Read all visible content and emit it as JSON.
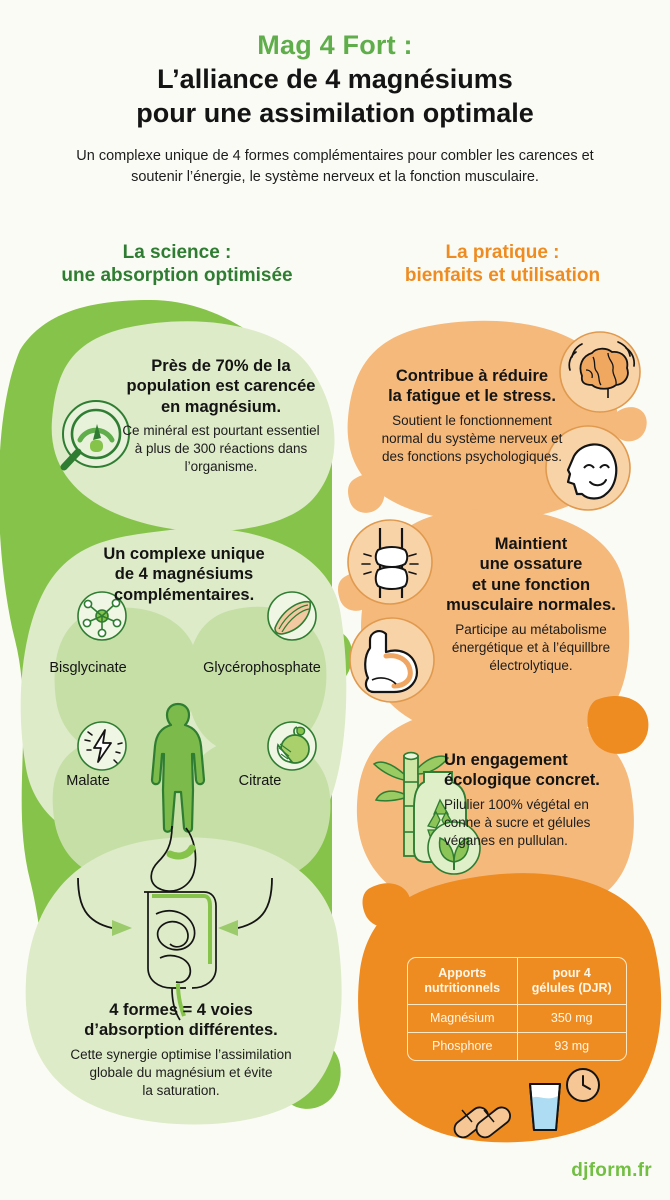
{
  "header": {
    "title_line1": "Mag 4 Fort :",
    "title_line2": "L’alliance de 4 magnésiums",
    "title_line3": "pour une assimilation optimale",
    "subtitle_line1": "Un complexe unique de 4 formes complémentaires pour combler les",
    "subtitle_line2": "carences et soutenir l’énergie, le système nerveux et la fonction musculaire."
  },
  "columns": {
    "left": {
      "heading_line1": "La science :",
      "heading_line2": "une absorption optimisée",
      "color": "#2F7D32"
    },
    "right": {
      "heading_line1": "La pratique :",
      "heading_line2": "bienfaits et utilisation",
      "color": "#EE8C22"
    }
  },
  "left_cards": [
    {
      "id": "deficiency",
      "headline_line1": "Près de 70% de la",
      "headline_line2": "population est carencée",
      "headline_line3": "en magnésium.",
      "body_line1": "Ce minéral est pourtant essentiel",
      "body_line2": "à plus de 300 réactions dans",
      "body_line3": "l’organisme.",
      "icon": "magnifier-gauge-icon"
    },
    {
      "id": "complex",
      "headline_line1": "Un complexe unique",
      "headline_line2": "de 4 magnésiums",
      "headline_line3": "complémentaires.",
      "icon": "human-body-icon"
    },
    {
      "id": "absorption",
      "headline_line1": "4 formes = 4 voies",
      "headline_line2": "d’absorption différentes.",
      "body_line1": "Cette synergie optimise l’assimilation",
      "body_line2": "globale du magnésium et évite",
      "body_line3": "la saturation.",
      "icon": "digestive-system-icon"
    }
  ],
  "magnesium_forms": [
    {
      "name": "Bisglycinate",
      "icon": "molecule-icon"
    },
    {
      "name": "Glycérophosphate",
      "icon": "muscle-fiber-icon"
    },
    {
      "name": "Malate",
      "icon": "lightning-bolt-icon"
    },
    {
      "name": "Citrate",
      "icon": "citrus-fruit-icon"
    }
  ],
  "right_cards": [
    {
      "id": "stress",
      "headline_line1": "Contribue à réduire",
      "headline_line2": "la fatigue et le stress.",
      "body_line1": "Soutient le fonctionnement",
      "body_line2": "normal du système nerveux et",
      "body_line3": "des fonctions psychologiques.",
      "icons": [
        "brain-icon",
        "calm-face-icon"
      ]
    },
    {
      "id": "bones",
      "headline_line1": "Maintient",
      "headline_line2": "une ossature",
      "headline_line3": "et une fonction",
      "headline_line4": "musculaire normales.",
      "body_line1": "Participe au métabolisme",
      "body_line2": "énergétique et à l’équillbre",
      "body_line3": "électrolytique.",
      "icons": [
        "knee-joint-icon",
        "biceps-icon"
      ]
    },
    {
      "id": "eco",
      "headline_line1": "Un engagement",
      "headline_line2": "écologique concret.",
      "body_line1": "Pilulier 100% végétal en",
      "body_line2": "conne à sucre et gélules",
      "body_line3": "véganes en pullulan.",
      "icons": [
        "sugarcane-jar-recycle-icon",
        "leaf-icon"
      ]
    }
  ],
  "nutrition_table": {
    "headers": [
      "Apports\nnutritionnels",
      "pour 4\ngélules (DJR)"
    ],
    "header_left_line1": "Apports",
    "header_left_line2": "nutritionnels",
    "header_right_line1": "pour 4",
    "header_right_line2": "gélules (DJR)",
    "rows": [
      {
        "label": "Magnésium",
        "value": "350 mg"
      },
      {
        "label": "Phosphore",
        "value": "93 mg"
      }
    ]
  },
  "usage_icons": [
    "capsules-icon",
    "water-glass-icon",
    "clock-icon"
  ],
  "footer": {
    "brand": "djform.fr"
  },
  "palette": {
    "background": "#FBFBF5",
    "green_dark": "#2F7D32",
    "green_mid": "#86C34A",
    "green_title": "#5FAD4B",
    "green_light_card": "#DDEBC8",
    "green_pale": "#E8F1DA",
    "orange": "#EE8C22",
    "orange_light_card": "#F5B97B",
    "orange_pale": "#F9D3A8",
    "text_dark": "#141414",
    "table_border": "#FDE8C6"
  }
}
